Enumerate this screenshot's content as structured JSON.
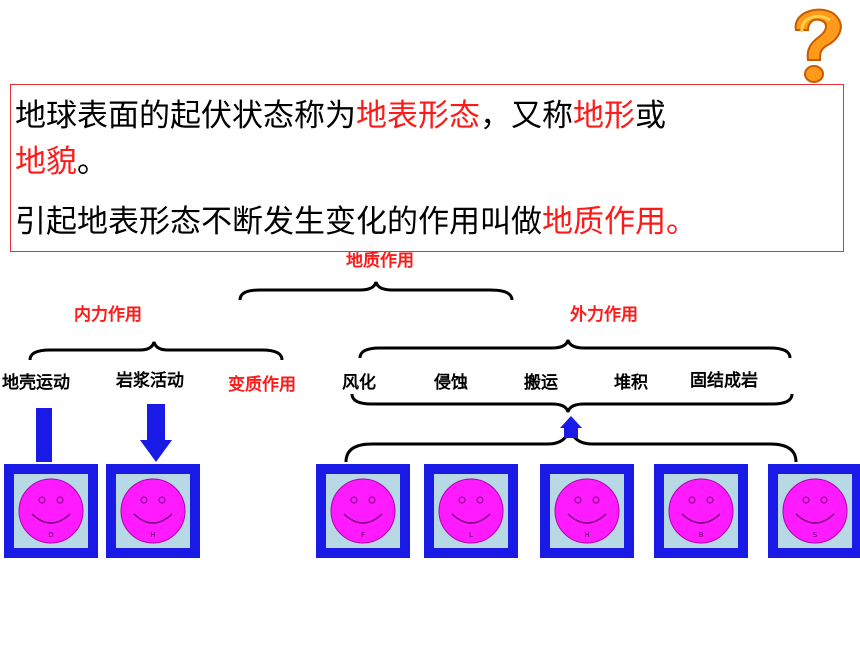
{
  "colors": {
    "highlight": "#ff1a1a",
    "box_border": "#e8303a",
    "face_frame": "#1a1ae6",
    "face_bg": "#b7d9e6",
    "face": "#ff1aff",
    "arrow": "#1a1ae6"
  },
  "icons": {
    "corner": "question-mark-icon"
  },
  "textbox": {
    "line1_prefix": "地球表面的起伏状态称为",
    "line1_term": "地表形态",
    "line1_mid": "，又称",
    "line1_term2": "地形",
    "line1_suffix": "或",
    "line2_term": "地貌",
    "line2_suffix": "。",
    "line3_prefix": "引起地表形态不断发生变化的作用叫做",
    "line3_term": "地质作用。"
  },
  "diagram": {
    "root_label": "地质作用",
    "internal": {
      "label": "内力作用",
      "items": [
        "地壳运动",
        "岩浆活动",
        "变质作用"
      ]
    },
    "external": {
      "label": "外力作用",
      "items": [
        "风化",
        "侵蚀",
        "搬运",
        "堆积",
        "固结成岩"
      ]
    },
    "faces": [
      {
        "letter": "D"
      },
      {
        "letter": "H"
      },
      {
        "letter": "F"
      },
      {
        "letter": "L"
      },
      {
        "letter": "H"
      },
      {
        "letter": "B"
      },
      {
        "letter": "S"
      }
    ]
  }
}
